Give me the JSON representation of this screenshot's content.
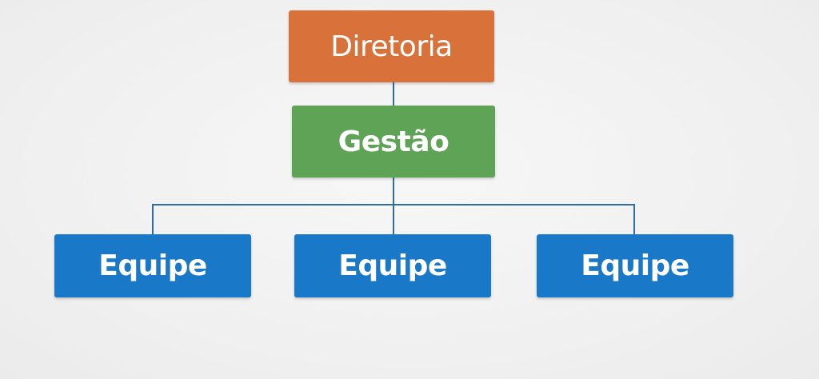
{
  "colors": {
    "background": "#f1f1f1",
    "top_node": "#d9713a",
    "middle_node": "#5fa356",
    "bottom_nodes": "#1a78c8",
    "connector": "#2f6da8",
    "text": "#ffffff"
  },
  "org_chart": {
    "top": {
      "label": "Diretoria"
    },
    "middle": {
      "label": "Gestão"
    },
    "teams": [
      {
        "label": "Equipe"
      },
      {
        "label": "Equipe"
      },
      {
        "label": "Equipe"
      }
    ]
  }
}
